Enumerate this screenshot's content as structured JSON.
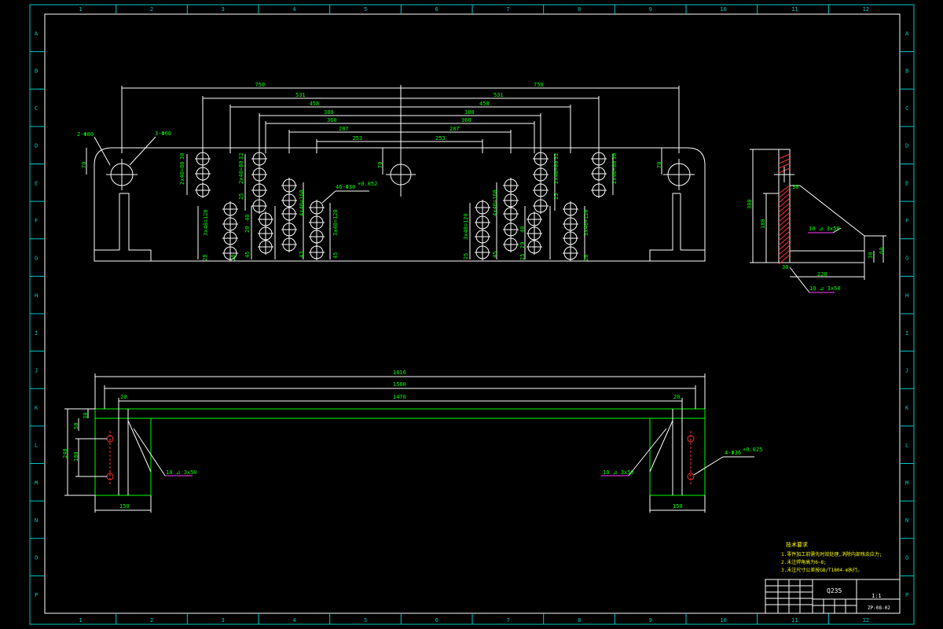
{
  "border": {
    "col_labels": [
      "1",
      "2",
      "3",
      "4",
      "5",
      "6",
      "7",
      "8",
      "9",
      "10",
      "11",
      "12"
    ],
    "row_labels": [
      "A",
      "B",
      "C",
      "D",
      "E",
      "F",
      "G",
      "H",
      "I",
      "J",
      "K",
      "L",
      "M",
      "N",
      "O",
      "P"
    ]
  },
  "front_view": {
    "dims_top": [
      "750",
      "750",
      "531",
      "531",
      "458",
      "458",
      "380",
      "380",
      "360",
      "360",
      "287",
      "287",
      "253",
      "253"
    ],
    "label_hole_big": "2-Φ80",
    "label_hole_top": "3-Φ60",
    "label_hole_mid": "46-Φ30",
    "label_hole_mid_tol": "+0.052",
    "dim_70_left": "70",
    "dim_70_center": "70",
    "dim_70_right": "70",
    "left_group": [
      "30",
      "2x40=80",
      "32",
      "2x40=80",
      "25",
      "3x40=120",
      "29",
      "40",
      "45",
      "28",
      "4x40=160",
      "43",
      "45",
      "3x40=120",
      "28"
    ],
    "right_group": [
      "3x40=120",
      "25",
      "4x40=160",
      "45",
      "25",
      "40",
      "29",
      "32",
      "2x40=80",
      "25",
      "3x40=120",
      "28",
      "30",
      "2x40=80"
    ]
  },
  "side_view": {
    "dim_height": "300",
    "dim_inner": "180",
    "dim_30_top": "30",
    "dim_30_bottom": "30",
    "dim_width": "220",
    "dim_30_right": "30",
    "dim_60_right": "60",
    "weld_1": "10 ⊿ 3x50",
    "weld_2": "10 ⊿ 3x50"
  },
  "top_view": {
    "dim_1610": "1610",
    "dim_1560": "1560",
    "dim_1470": "1470",
    "dim_20_left": "20",
    "dim_20_right": "20",
    "dim_30": "30",
    "dim_50": "50",
    "dim_240": "240",
    "dim_180": "180",
    "dim_150_left": "150",
    "dim_150_right": "150",
    "weld_left": "10 ⊿ 3x50",
    "weld_right": "10 ⊿ 3x50",
    "holes_label": "4-Φ36",
    "holes_tol": "+0.025"
  },
  "notes": {
    "title": "技术要求",
    "line1": "1.零件加工前需先时效处理,消除内部残余应力;",
    "line2": "2.未注焊角高为6~8;",
    "line3": "3.未注尺寸公差按GB/T1804-m执行。"
  },
  "title_block": {
    "material": "Q235",
    "scale": "1:1",
    "drawing_no": "ZP-08-02"
  }
}
